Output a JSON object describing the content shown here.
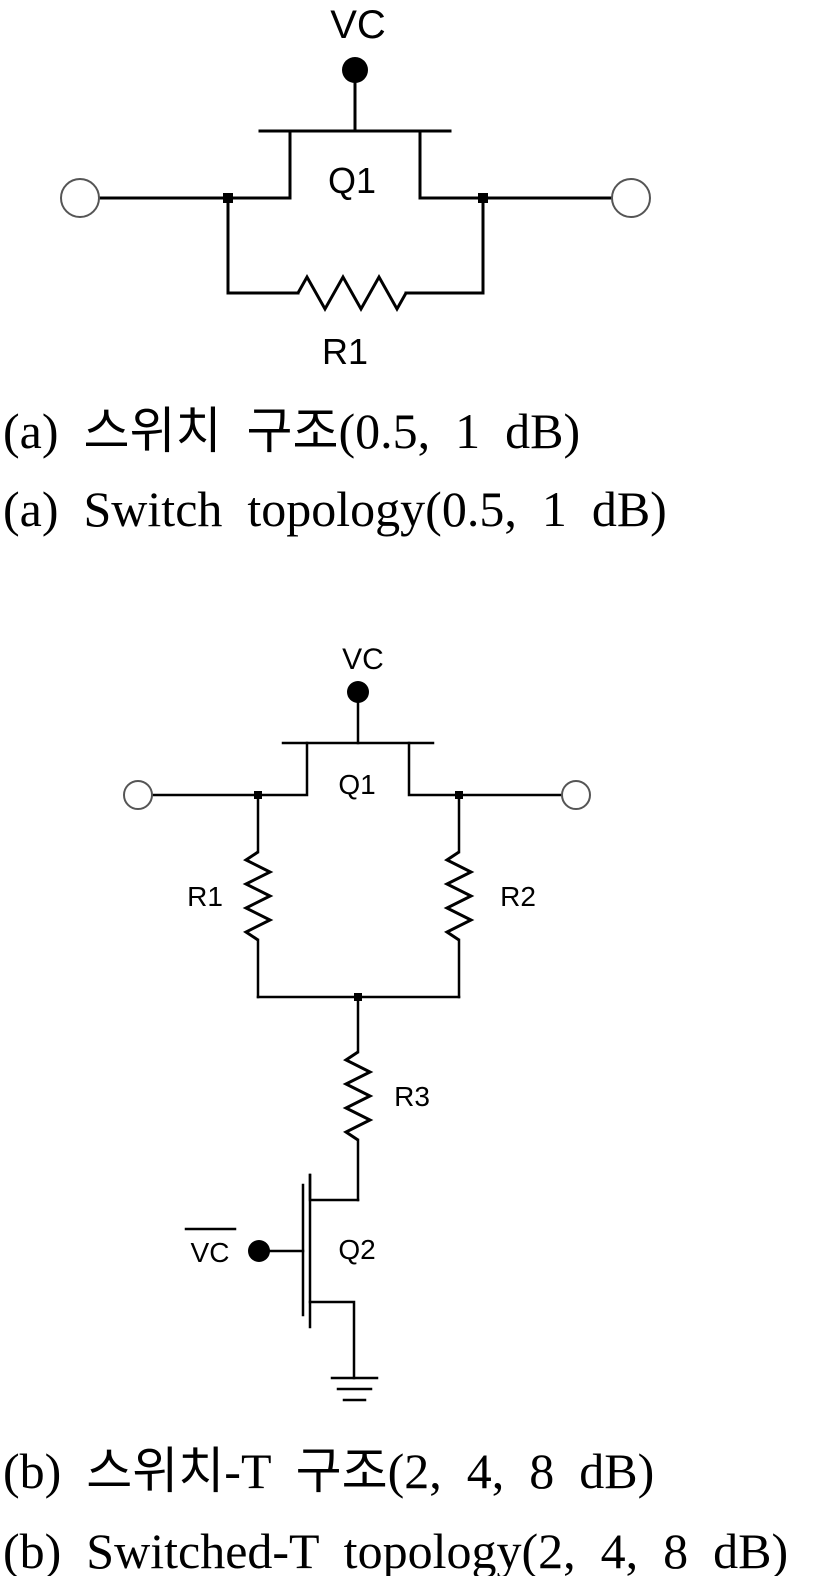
{
  "figure_a": {
    "control_label": "VC",
    "transistor_label": "Q1",
    "resistor_label": "R1",
    "caption_korean": "(a)  스위치  구조(0.5,  1  dB)",
    "caption_english": "(a)  Switch  topology(0.5,  1  dB)"
  },
  "figure_b": {
    "control_label": "VC",
    "control_bar_label": "VC",
    "transistor_q1_label": "Q1",
    "transistor_q2_label": "Q2",
    "resistor_r1_label": "R1",
    "resistor_r2_label": "R2",
    "resistor_r3_label": "R3",
    "caption_korean": "(b)  스위치-T  구조(2,  4,  8  dB)",
    "caption_english": "(b)  Switched-T  topology(2,  4,  8  dB)"
  }
}
